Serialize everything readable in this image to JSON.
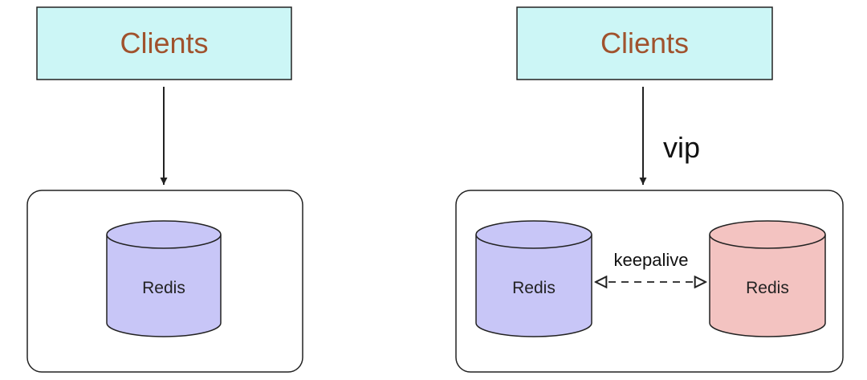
{
  "colors": {
    "clients_fill": "#ccf6f6",
    "clients_text": "#a0522d",
    "redis_primary_fill": "#c8c6f7",
    "redis_secondary_fill": "#f3c3c1",
    "outline": "#222222"
  },
  "left": {
    "clients_label": "Clients",
    "redis_label": "Redis"
  },
  "right": {
    "clients_label": "Clients",
    "arrow_label": "vip",
    "master_label": "Redis",
    "backup_label": "Redis",
    "link_label": "keepalive"
  }
}
